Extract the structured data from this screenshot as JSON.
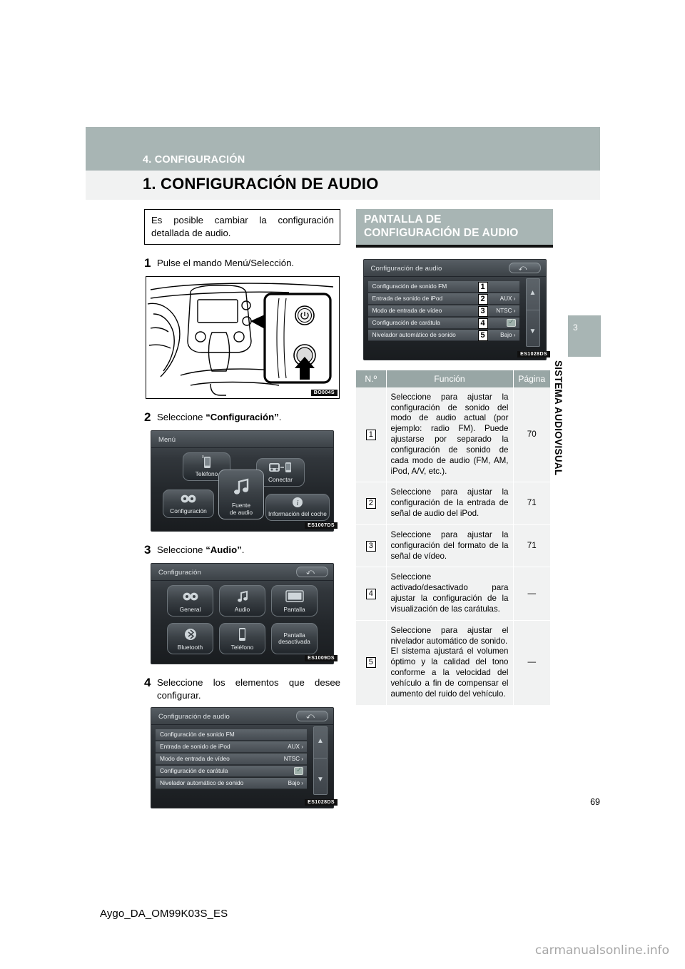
{
  "header": {
    "chapter": "4. CONFIGURACIÓN",
    "title": "1. CONFIGURACIÓN DE AUDIO"
  },
  "side_tab": {
    "number": "3",
    "label": "SISTEMA AUDIOVISUAL"
  },
  "left": {
    "callout": "Es posible cambiar la configuración detallada de audio.",
    "steps": [
      {
        "num": "1",
        "text": "Pulse el mando Menú/Selección."
      },
      {
        "num": "2",
        "text_pre": "Seleccione ",
        "text_bold": "“Configuración”",
        "text_post": "."
      },
      {
        "num": "3",
        "text_pre": "Seleccione ",
        "text_bold": "“Audio”",
        "text_post": "."
      },
      {
        "num": "4",
        "text": "Seleccione los elementos que desee configurar."
      }
    ],
    "fig_car_code": "BO004S",
    "fig_menu_code": "ES1007DS",
    "fig_config_code": "ES1009DS",
    "fig_audio_code": "ES1028DS"
  },
  "menu_screen": {
    "title": "Menú",
    "tiles": [
      {
        "name": "Teléfono",
        "icon": "phone-icon"
      },
      {
        "name": "Conectar",
        "icon": "connect-icon"
      },
      {
        "name": "Fuente\nde audio",
        "icon": "music-note-icon"
      },
      {
        "name": "Configuración",
        "icon": "gears-icon"
      },
      {
        "name": "Información del coche",
        "icon": "info-icon"
      }
    ]
  },
  "config_screen": {
    "title": "Configuración",
    "tiles": [
      {
        "name": "General",
        "icon": "gears-icon"
      },
      {
        "name": "Audio",
        "icon": "music-note-icon"
      },
      {
        "name": "Pantalla",
        "icon": "display-icon"
      },
      {
        "name": "Bluetooth",
        "icon": "bluetooth-icon"
      },
      {
        "name": "Teléfono",
        "icon": "phone-icon"
      },
      {
        "name": "Pantalla\ndesactivada",
        "icon": "none"
      }
    ]
  },
  "audio_setup_screen": {
    "title": "Configuración de audio",
    "rows": [
      {
        "label": "Configuración de sonido FM",
        "value": ""
      },
      {
        "label": "Entrada de sonido de iPod",
        "value": "AUX ›"
      },
      {
        "label": "Modo de entrada de vídeo",
        "value": "NTSC ›"
      },
      {
        "label": "Configuración de carátula",
        "value": "checkbox"
      },
      {
        "label": "Nivelador automático de sonido",
        "value": "Bajo ›"
      }
    ],
    "badges": [
      "1",
      "2",
      "3",
      "4",
      "5"
    ]
  },
  "right": {
    "section_heading_line1": "PANTALLA DE",
    "section_heading_line2": "CONFIGURACIÓN DE AUDIO",
    "table": {
      "headers": [
        "N.º",
        "Función",
        "Página"
      ],
      "rows": [
        {
          "num": "1",
          "func": "Seleccione para ajustar la configuración de sonido del modo de audio actual (por ejemplo: radio FM). Puede ajustarse por separado la configuración de sonido de cada modo de audio (FM, AM, iPod, A/V, etc.).",
          "page": "70"
        },
        {
          "num": "2",
          "func": "Seleccione para ajustar la configuración de la entrada de señal de audio del iPod.",
          "page": "71"
        },
        {
          "num": "3",
          "func": "Seleccione para ajustar la configuración del formato de la señal de vídeo.",
          "page": "71"
        },
        {
          "num": "4",
          "func": "Seleccione activado/desactivado para ajustar la configuración de la visualización de las carátulas.",
          "page": "—"
        },
        {
          "num": "5",
          "func": "Seleccione para ajustar el nivelador automático de sonido.\nEl sistema ajustará el volumen óptimo y la calidad del tono conforme a la velocidad del vehículo a fin de compensar el aumento del ruido del vehículo.",
          "page": "—"
        }
      ]
    }
  },
  "footer": {
    "page_number": "69",
    "document_id": "Aygo_DA_OM99K03S_ES",
    "watermark": "carmanualsonline.info"
  },
  "colors": {
    "accent_gray": "#a8b5b4",
    "light_gray": "#f1f2f2",
    "table_header": "#98a6a5"
  }
}
